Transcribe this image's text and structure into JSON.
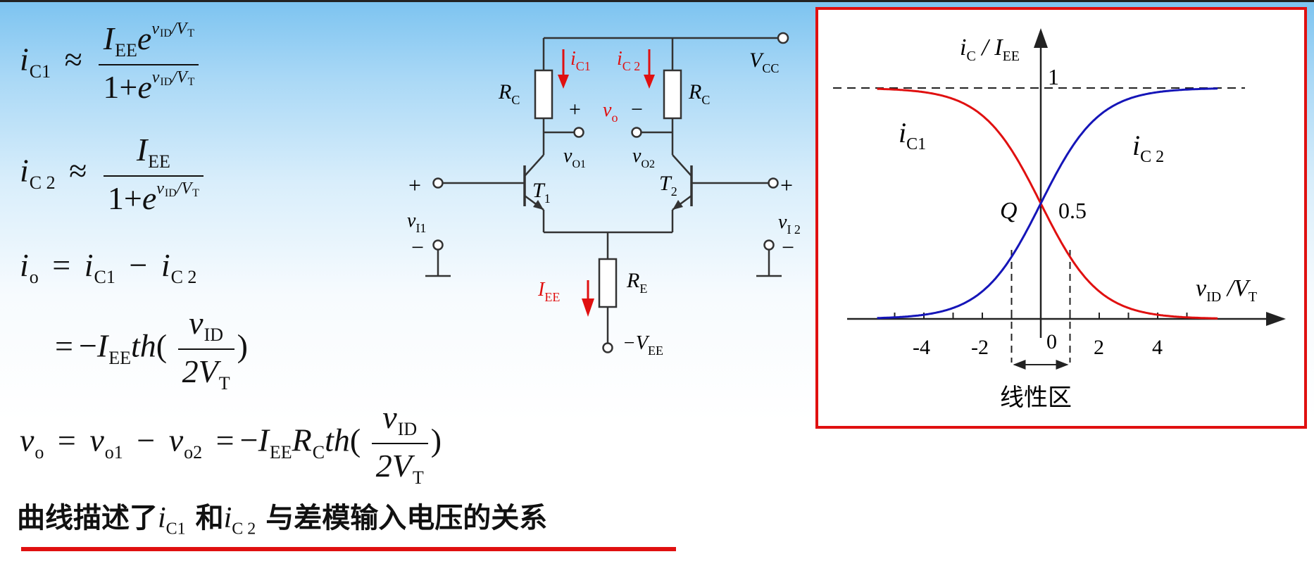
{
  "formulas": {
    "ic1": {
      "lhs": "i",
      "lhs_sub": "C1",
      "approx": "≈",
      "num_main": "I",
      "num_sub": "EE",
      "num_exp_base": "e",
      "exp": "v",
      "exp_sub": "ID",
      "exp_div": "/V",
      "exp_div_sub": "T",
      "den_one": "1",
      "den_plus": "+"
    },
    "ic2": {
      "lhs": "i",
      "lhs_sub": "C 2",
      "approx": "≈",
      "num_main": "I",
      "num_sub": "EE",
      "den_one": "1",
      "den_plus": "+",
      "exp_base": "e",
      "exp": "v",
      "exp_sub": "ID",
      "exp_div": "/V",
      "exp_div_sub": "T"
    },
    "io": {
      "lhs": "i",
      "lhs_sub": "o",
      "eq": "=",
      "t1": "i",
      "t1_sub": "C1",
      "minus": "−",
      "t2": "i",
      "t2_sub": "C 2"
    },
    "io2": {
      "eq": "=",
      "neg": "−",
      "I": "I",
      "I_sub": "EE",
      "th": "th",
      "lp": "(",
      "num": "v",
      "num_sub": "ID",
      "den": "2V",
      "den_sub": "T",
      "rp": ")"
    },
    "vo": {
      "lhs": "v",
      "lhs_sub": "o",
      "eq": "=",
      "t1": "v",
      "t1_sub": "o1",
      "minus": "−",
      "t2": "v",
      "t2_sub": "o2",
      "eq2": "=",
      "neg": "−",
      "I": "I",
      "I_sub": "EE",
      "R": "R",
      "R_sub": "C",
      "th": "th",
      "lp": "(",
      "num": "v",
      "num_sub": "ID",
      "den": "2V",
      "den_sub": "T",
      "rp": ")"
    }
  },
  "caption": {
    "part1": "曲线描述了",
    "var1": "i",
    "var1_sub": "C1",
    "part2": " 和",
    "var2": "i",
    "var2_sub": "C 2",
    "part3": " 与差模输入电压的关系"
  },
  "circuit": {
    "vcc": "V",
    "vcc_sub": "CC",
    "rc_left": "R",
    "rc_left_sub": "C",
    "rc_right": "R",
    "rc_right_sub": "C",
    "ic1": "i",
    "ic1_sub": "C1",
    "ic2": "i",
    "ic2_sub": "C 2",
    "plus": "+",
    "minus": "−",
    "vo": "v",
    "vo_sub": "o",
    "vo1": "v",
    "vo1_sub": "O1",
    "vo2": "v",
    "vo2_sub": "O2",
    "t1": "T",
    "t1_sub": "1",
    "t2": "T",
    "t2_sub": "2",
    "vi1": "v",
    "vi1_sub": "I1",
    "vi2": "v",
    "vi2_sub": "I 2",
    "iee": "I",
    "iee_sub": "EE",
    "re": "R",
    "re_sub": "E",
    "vee": "−V",
    "vee_sub": "EE",
    "colors": {
      "wire": "#333333",
      "accent": "#e01010"
    }
  },
  "graph": {
    "ylabel": "i",
    "ylabel_sub": "C",
    "ylabel_div": " / I",
    "ylabel_div_sub": "EE",
    "xlabel": "v",
    "xlabel_sub": "ID",
    "xlabel_div": " /V",
    "xlabel_div_sub": "T",
    "one": "1",
    "half": "0.5",
    "q": "Q",
    "zero": "0",
    "curve1_label": "i",
    "curve1_sub": "C1",
    "curve2_label": "i",
    "curve2_sub": "C 2",
    "linear_region": "线性区",
    "ticks": [
      "-4",
      "-2",
      "2",
      "4"
    ],
    "colors": {
      "frame": "#e01010",
      "ic1": "#e01010",
      "ic2": "#1515b8"
    }
  },
  "chart_data": {
    "type": "line",
    "xlabel": "v_ID/V_T",
    "ylabel": "i_C/I_EE",
    "xticks": [
      -4,
      -2,
      0,
      2,
      4
    ],
    "series": [
      {
        "name": "i_C1",
        "x": [
          -5,
          -4,
          -3,
          -2,
          -1,
          0,
          1,
          2,
          3,
          4,
          5
        ],
        "y": [
          0.993,
          0.982,
          0.953,
          0.881,
          0.731,
          0.5,
          0.269,
          0.119,
          0.047,
          0.018,
          0.007
        ]
      },
      {
        "name": "i_C2",
        "x": [
          -5,
          -4,
          -3,
          -2,
          -1,
          0,
          1,
          2,
          3,
          4,
          5
        ],
        "y": [
          0.007,
          0.018,
          0.047,
          0.119,
          0.269,
          0.5,
          0.731,
          0.881,
          0.953,
          0.982,
          0.993
        ]
      }
    ],
    "reference_lines": {
      "y": 1,
      "linear_region_x": [
        -1,
        1
      ]
    },
    "point": {
      "label": "Q",
      "x": 0,
      "y": 0.5
    }
  }
}
